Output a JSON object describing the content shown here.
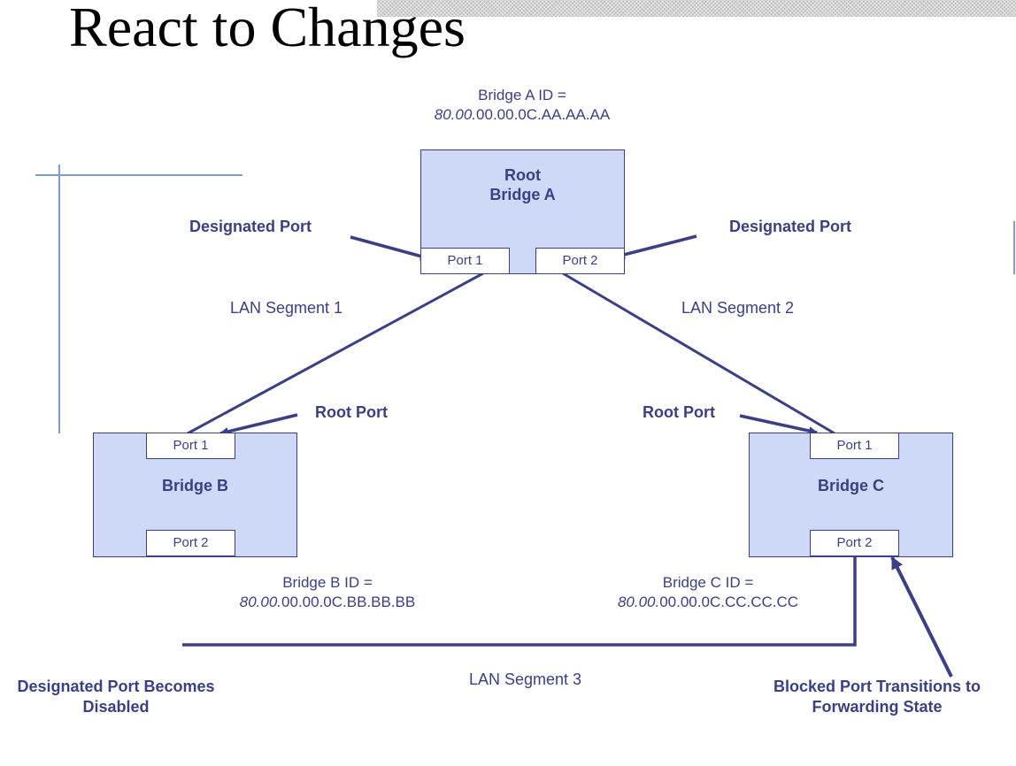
{
  "title": "React to Changes",
  "bridge_a": {
    "id_label": "Bridge A ID =",
    "id_prefix": "80.00.",
    "id_suffix": "00.00.0C.AA.AA.AA",
    "label_line1": "Root",
    "label_line2": "Bridge A",
    "port1": "Port 1",
    "port2": "Port 2"
  },
  "bridge_b": {
    "label": "Bridge B",
    "port1": "Port 1",
    "port2": "Port 2",
    "id_label": "Bridge B ID =",
    "id_prefix": "80.00.",
    "id_suffix": "00.00.0C.BB.BB.BB"
  },
  "bridge_c": {
    "label": "Bridge C",
    "port1": "Port 1",
    "port2": "Port 2",
    "id_label": "Bridge C ID =",
    "id_prefix": "80.00.",
    "id_suffix": "00.00.0C.CC.CC.CC"
  },
  "labels": {
    "designated_port_left": "Designated Port",
    "designated_port_right": "Designated Port",
    "root_port_left": "Root Port",
    "root_port_right": "Root Port",
    "lan_segment_1": "LAN Segment 1",
    "lan_segment_2": "LAN Segment 2",
    "lan_segment_3": "LAN Segment 3"
  },
  "notes": {
    "disabled_line1": "Designated Port Becomes",
    "disabled_line2": "Disabled",
    "forwarding_line1": "Blocked Port Transitions to",
    "forwarding_line2": "Forwarding State"
  },
  "colors": {
    "line": "#3b3f86",
    "box_fill": "#cdd9f7",
    "accent": "#7f9bd6"
  }
}
